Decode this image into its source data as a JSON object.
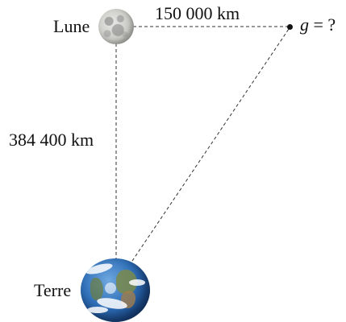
{
  "diagram": {
    "moon_label": "Lune",
    "earth_label": "Terre",
    "moon_point_distance": "150 000 km",
    "earth_moon_distance": "384 400 km",
    "unknown_label": {
      "variable": "g",
      "rest": " = ?"
    }
  },
  "icons": {
    "moon": "moon-icon",
    "earth": "earth-icon",
    "point": "point-icon"
  },
  "colors": {
    "line": "#333333",
    "text": "#111111",
    "background": "#ffffff"
  }
}
